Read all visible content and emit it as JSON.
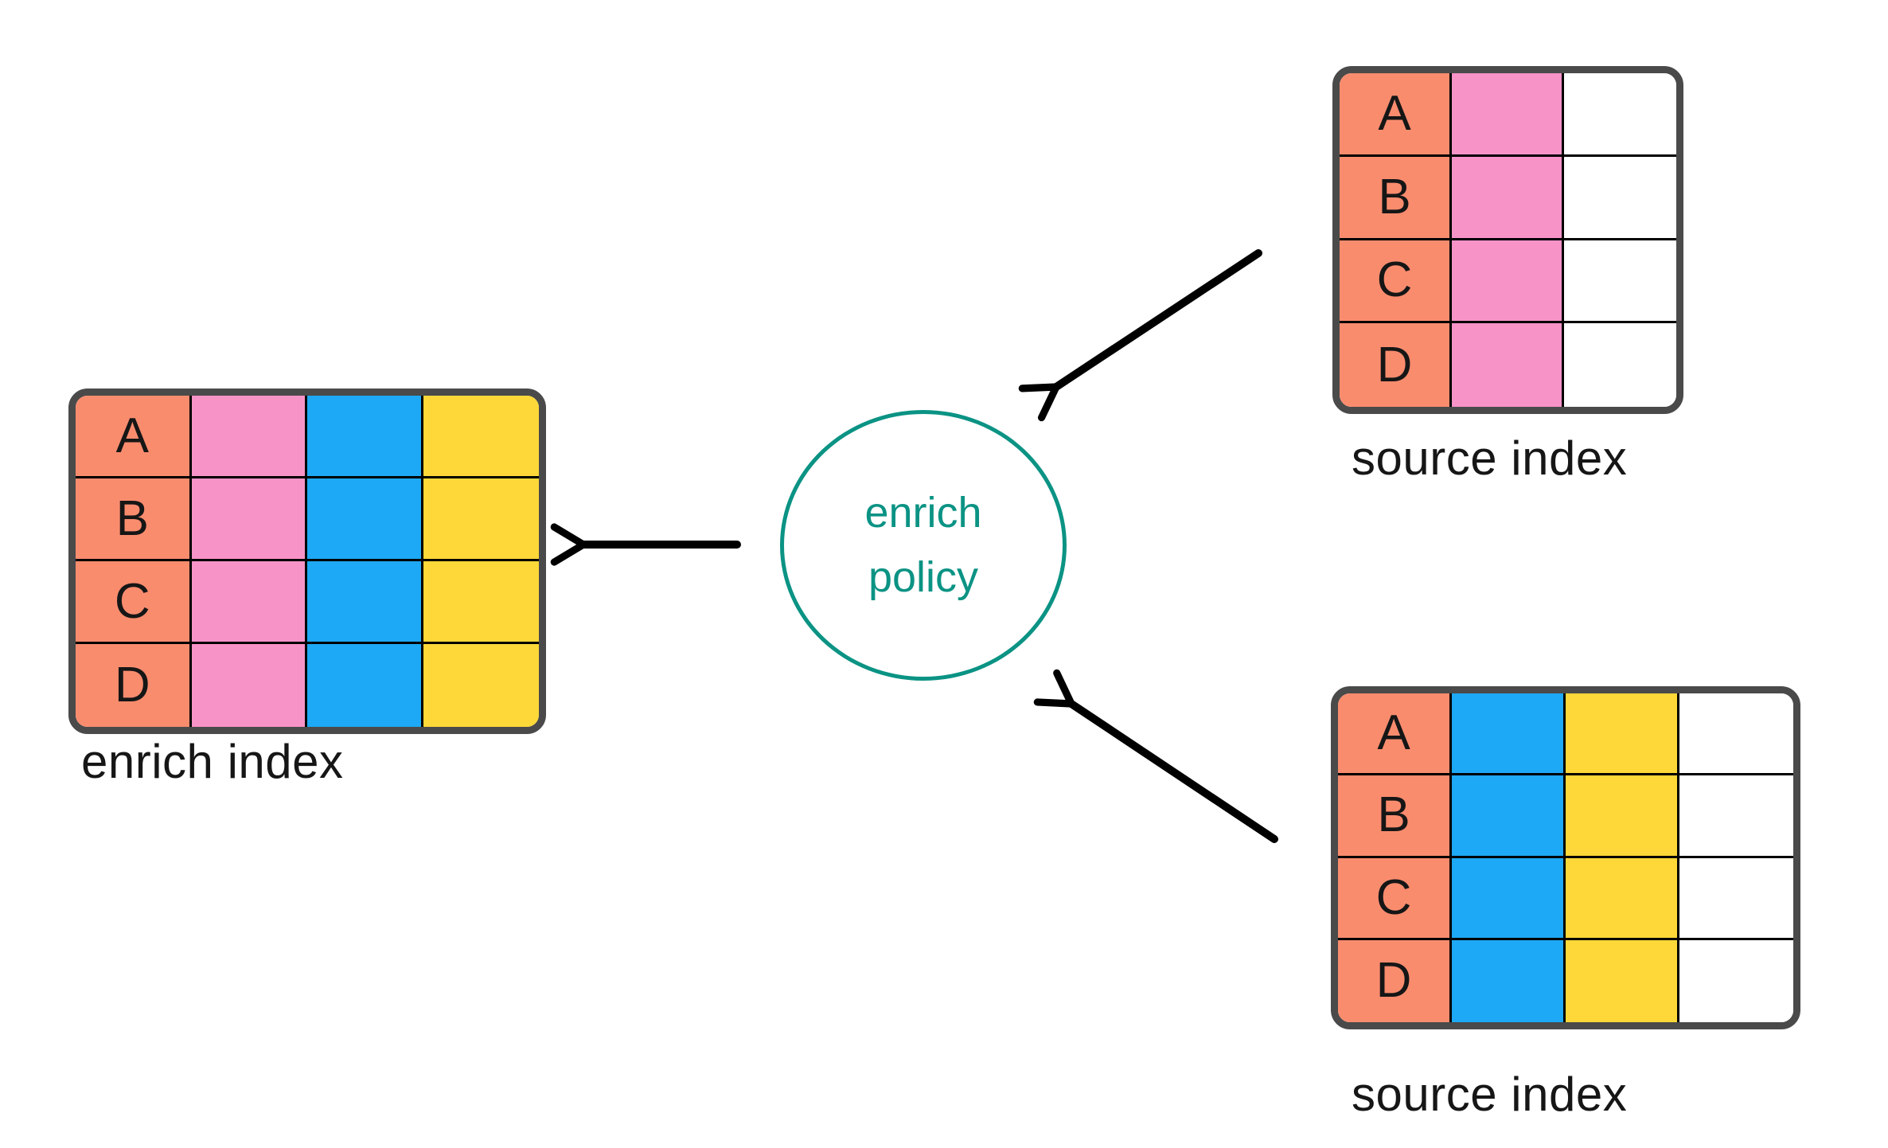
{
  "diagram": {
    "background": "#ffffff",
    "policy_circle": {
      "line1": "enrich",
      "line2": "policy"
    },
    "tables": {
      "enrich_index": {
        "label": "enrich index",
        "row_keys": [
          "A",
          "B",
          "C",
          "D"
        ],
        "columns": [
          "salmon",
          "pink",
          "blue",
          "yellow"
        ]
      },
      "source_index_top": {
        "label": "source index",
        "row_keys": [
          "A",
          "B",
          "C",
          "D"
        ],
        "columns": [
          "salmon",
          "pink",
          "white"
        ]
      },
      "source_index_bottom": {
        "label": "source index",
        "row_keys": [
          "A",
          "B",
          "C",
          "D"
        ],
        "columns": [
          "salmon",
          "blue",
          "yellow",
          "white"
        ]
      }
    },
    "colors": {
      "salmon": "#FA8C6E",
      "pink": "#F893C8",
      "blue": "#1DA9F5",
      "yellow": "#FED838",
      "white": "#FFFFFF",
      "teal": "#0B9384",
      "frame": "#4A4A4A",
      "grid_line": "#000000",
      "arrow": "#000000",
      "text": "#161616"
    }
  }
}
